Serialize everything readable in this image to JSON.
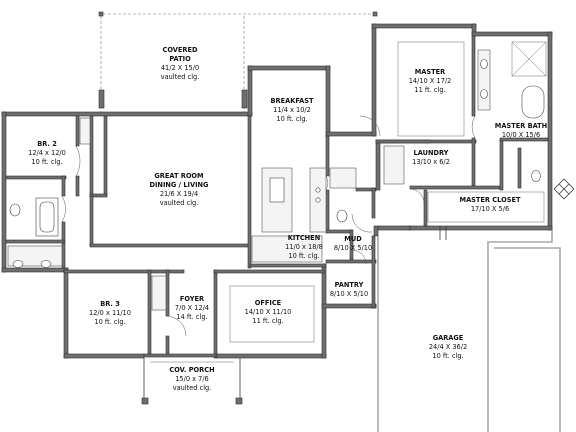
{
  "rooms": {
    "covered_patio": {
      "name_l1": "COVERED",
      "name_l2": "PATIO",
      "dim": "41/2 X 15/0",
      "clg": "vaulted clg."
    },
    "master": {
      "name": "MASTER",
      "dim": "14/10 X 17/2",
      "clg": "11 ft. clg."
    },
    "breakfast": {
      "name": "BREAKFAST",
      "dim": "11/4 x 10/2",
      "clg": "10 ft. clg."
    },
    "master_bath": {
      "name": "MASTER BATH",
      "dim": "10/0 X 15/6"
    },
    "br2": {
      "name": "BR. 2",
      "dim": "12/4 x 12/0",
      "clg": "10 ft. clg."
    },
    "laundry": {
      "name": "LAUNDRY",
      "dim": "13/10 x 6/2"
    },
    "great_room": {
      "name_l1": "GREAT ROOM",
      "name_l2": "DINING / LIVING",
      "dim": "21/6 X 19/4",
      "clg": "vaulted clg."
    },
    "master_closet": {
      "name": "MASTER CLOSET",
      "dim": "17/10 X 5/6"
    },
    "kitchen": {
      "name": "KITCHEN",
      "dim": "11/0 x 18/8",
      "clg": "10 ft. clg."
    },
    "mud": {
      "name": "MUD",
      "dim": "8/10 X 5/10"
    },
    "pantry": {
      "name": "PANTRY",
      "dim": "8/10 X 5/10"
    },
    "br3": {
      "name": "BR. 3",
      "dim": "12/0 x 11/10",
      "clg": "10 ft. clg."
    },
    "foyer": {
      "name": "FOYER",
      "dim": "7/0 X 12/4",
      "clg": "14 ft. clg."
    },
    "office": {
      "name": "OFFICE",
      "dim": "14/10 X 11/10",
      "clg": "11 ft. clg."
    },
    "garage": {
      "name": "GARAGE",
      "dim": "24/4 X 36/2",
      "clg": "10 ft. clg."
    },
    "cov_porch": {
      "name": "COV. PORCH",
      "dim": "15/0 x 7/6",
      "clg": "vaulted clg."
    }
  },
  "icons": {
    "mechanical": "x-in-box-icon"
  }
}
